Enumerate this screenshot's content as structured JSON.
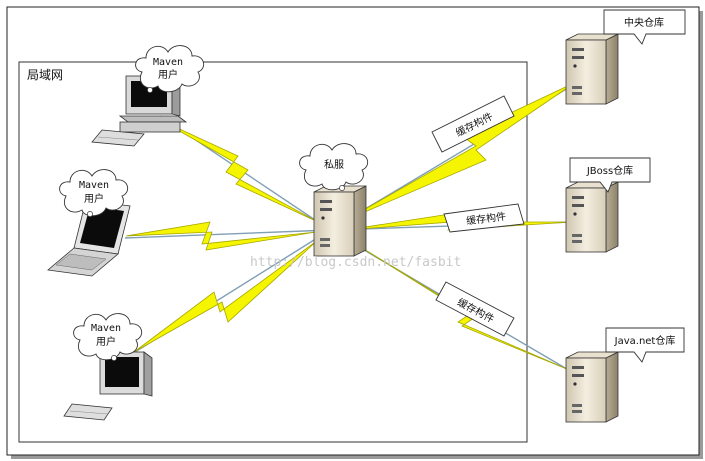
{
  "lan": {
    "label": "局域网"
  },
  "users": [
    {
      "name": "Maven",
      "role": "用户"
    },
    {
      "name": "Maven",
      "role": "用户"
    },
    {
      "name": "Maven",
      "role": "用户"
    }
  ],
  "private_server": {
    "label": "私服"
  },
  "repositories": [
    {
      "label": "中央仓库"
    },
    {
      "label": "JBoss仓库"
    },
    {
      "label": "Java.net仓库"
    }
  ],
  "cache_labels": [
    "缓存构件",
    "缓存构件",
    "缓存构件"
  ],
  "watermark": "http://blog.csdn.net/fasbit",
  "colors": {
    "lightning": "#f5f500",
    "lightning_edge": "#a7a700",
    "link_line": "#7f9fb4",
    "server_body": "#efe7d4",
    "frame": "#222222"
  }
}
